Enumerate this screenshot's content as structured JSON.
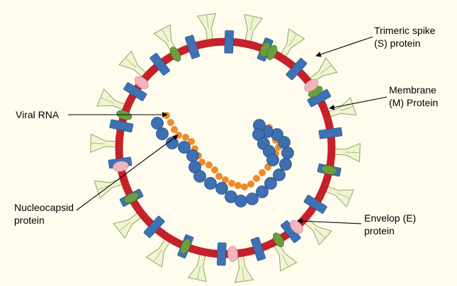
{
  "labels": {
    "spike_line1": "Trimeric spike",
    "spike_line2": "(S) protein",
    "membrane_line1": "Membrane",
    "membrane_line2": "(M) Protein",
    "viral_rna": "Viral RNA",
    "nucleocapsid_line1": "Nucleocapsid",
    "nucleocapsid_line2": "protein",
    "envelop_line1": "Envelop (E)",
    "envelop_line2": "protein"
  },
  "colors": {
    "background": "#fffcee",
    "envelope_ring": "#c4212b",
    "spike_protein": "#eef5d0",
    "spike_outline": "#8a9a5a",
    "membrane_protein": "#3d72b4",
    "m_protein": "#6b9e3c",
    "e_protein": "#f3b4c0",
    "nucleocapsid": "#3e6fb0",
    "rna": "#ee8a2a"
  }
}
